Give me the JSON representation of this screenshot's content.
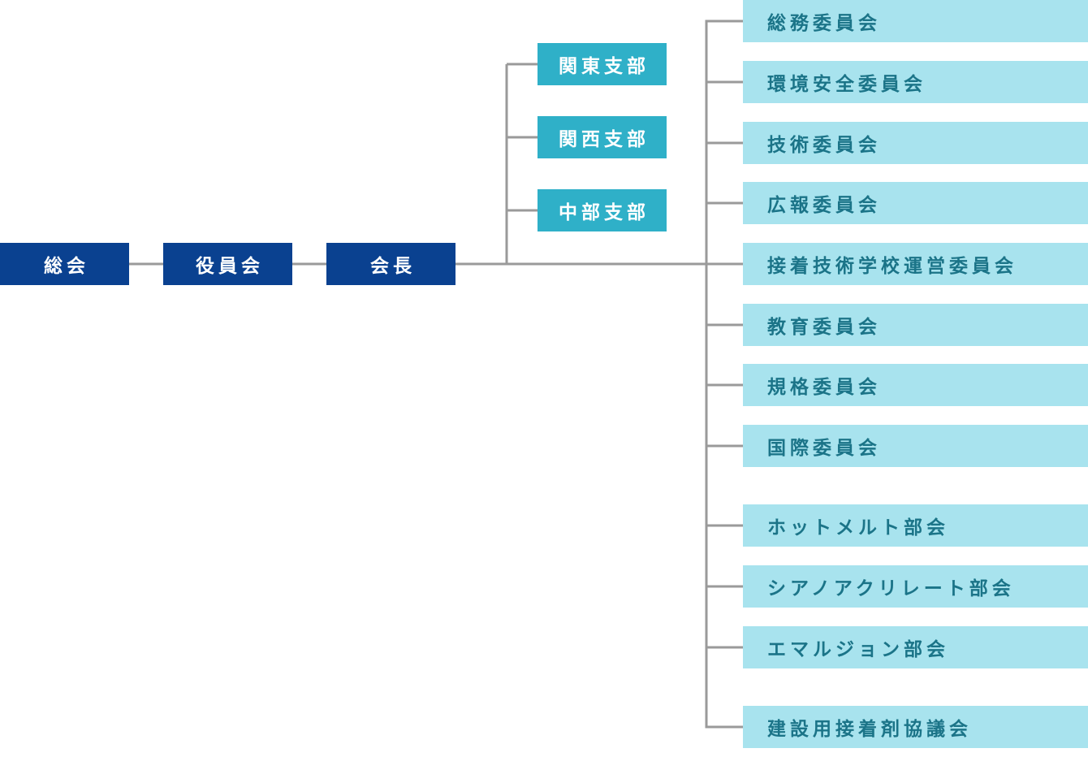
{
  "colors": {
    "main_box": "#0a4190",
    "branch_box": "#2fb0c8",
    "committee_box": "#a8e3ee",
    "committee_text": "#1b7488",
    "line": "#9a9a9a"
  },
  "chain": [
    {
      "id": "soukai",
      "label": "総会"
    },
    {
      "id": "yakuinkai",
      "label": "役員会"
    },
    {
      "id": "kaichou",
      "label": "会長"
    }
  ],
  "branches": [
    {
      "id": "kanto",
      "label": "関東支部"
    },
    {
      "id": "kansai",
      "label": "関西支部"
    },
    {
      "id": "chubu",
      "label": "中部支部"
    }
  ],
  "committees": [
    {
      "id": "soumu",
      "label": "総務委員会"
    },
    {
      "id": "kankyo-anzen",
      "label": "環境安全委員会"
    },
    {
      "id": "gijutsu",
      "label": "技術委員会"
    },
    {
      "id": "kouhou",
      "label": "広報委員会"
    },
    {
      "id": "school",
      "label": "接着技術学校運営委員会"
    },
    {
      "id": "kyouiku",
      "label": "教育委員会"
    },
    {
      "id": "kikaku",
      "label": "規格委員会"
    },
    {
      "id": "kokusai",
      "label": "国際委員会"
    },
    {
      "id": "hotmelt",
      "label": "ホットメルト部会"
    },
    {
      "id": "cyanoacrylate",
      "label": "シアノアクリレート部会"
    },
    {
      "id": "emulsion",
      "label": "エマルジョン部会"
    },
    {
      "id": "kensetsu",
      "label": "建設用接着剤協議会"
    }
  ]
}
